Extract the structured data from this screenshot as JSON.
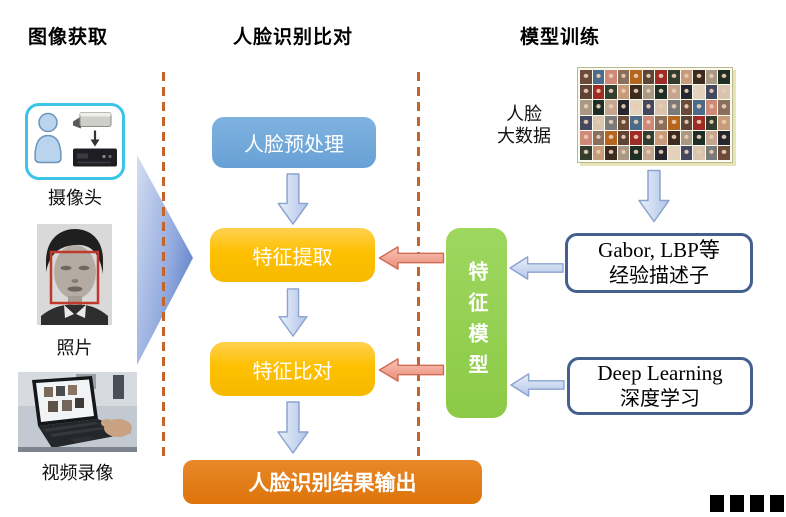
{
  "headers": {
    "image_acquisition": "图像获取",
    "face_recognition": "人脸识别比对",
    "model_training": "模型训练"
  },
  "sources": {
    "camera_label": "摄像头",
    "photo_label": "照片",
    "video_label": "视频录像"
  },
  "pipeline": {
    "preprocess": "人脸预处理",
    "feature_extract": "特征提取",
    "feature_compare": "特征比对",
    "result_output": "人脸识别结果输出"
  },
  "training": {
    "big_data_line1": "人脸",
    "big_data_line2": "大数据",
    "feature_model": "特征模型",
    "descriptor_line1": "Gabor, LBP等",
    "descriptor_line2": "经验描述子",
    "deep_learning_line1": "Deep Learning",
    "deep_learning_line2": "深度学习"
  },
  "icons": {
    "camera_group": "person-and-cctv-dvr-icon",
    "face_photo": "grayscale-portrait-with-red-detection-box",
    "laptop_photo": "laptop-video-capture-photo",
    "collage": "face-big-data-collage"
  },
  "colors": {
    "flow_blue": "#71A7D7",
    "stage_orange": "#FEC001",
    "output_orange": "#DD7409",
    "model_green": "#92D050",
    "dashed_line_orange": "#C4632A",
    "camera_border_cyan": "#3BC3E8",
    "ref_box_border": "#44608F",
    "arrow_blue": "#B3C6E8",
    "arrow_salmon": "#E98C75",
    "triangle_blue": "#4A6FC0"
  },
  "collage": {
    "rows": 6,
    "cols": 12,
    "palette": [
      "#6b4a3a",
      "#26262e",
      "#c89b7b",
      "#8a6f5c",
      "#d9c4b0",
      "#1f2e24",
      "#9e2b25",
      "#4a6b8a",
      "#e3d2bd",
      "#3d2b1f",
      "#b5651d",
      "#7a7a7a",
      "#c4a590",
      "#333d2e",
      "#d08878",
      "#44485e",
      "#a89884",
      "#5e4434"
    ]
  }
}
